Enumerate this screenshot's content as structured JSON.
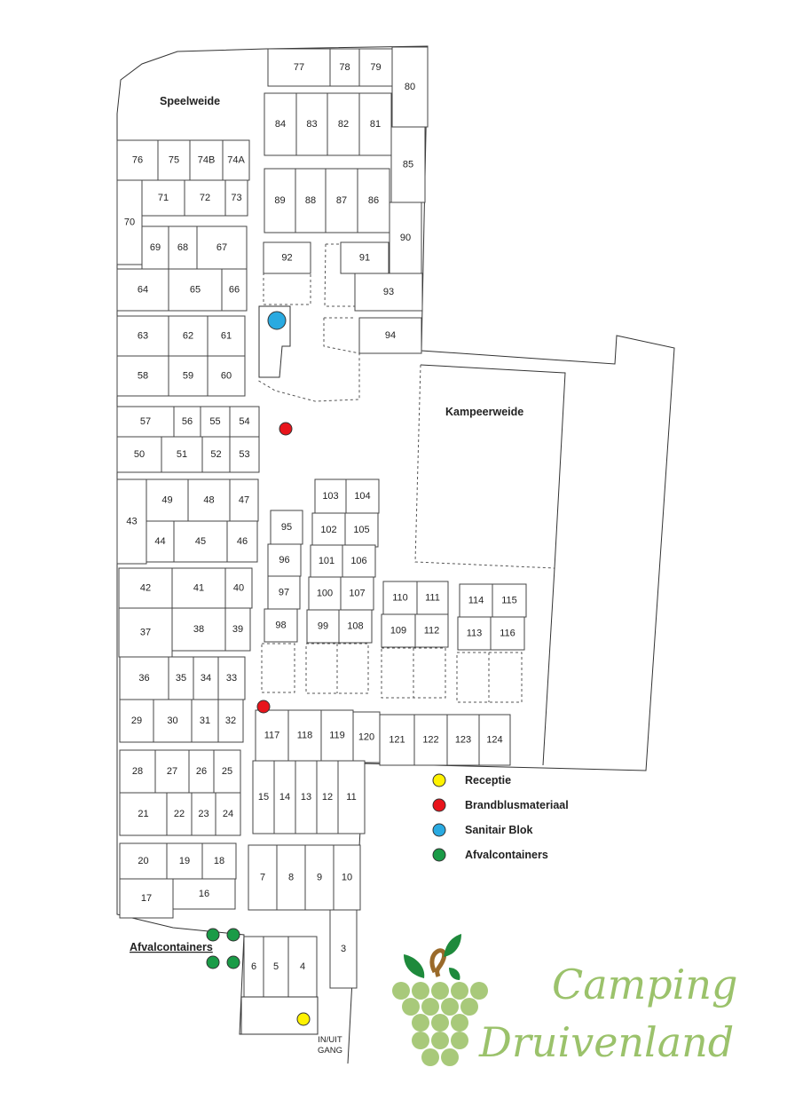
{
  "areas": {
    "speelweide": "Speelweide",
    "kampeerweide": "Kampeerweide",
    "afvalcontainers": "Afvalcontainers",
    "gate_line1": "IN/UIT",
    "gate_line2": "GANG"
  },
  "legend": [
    {
      "label": "Receptie",
      "color": "#fff200"
    },
    {
      "label": "Brandblusmateriaal",
      "color": "#e8141b"
    },
    {
      "label": "Sanitair Blok",
      "color": "#29aae1"
    },
    {
      "label": "Afvalcontainers",
      "color": "#1a9b47"
    }
  ],
  "brand": {
    "line1": "Camping",
    "line2": "Druivenland",
    "text_color": "#9bc26b",
    "grape_color": "#a8c97a",
    "leaf_color": "#1e8a3c",
    "stem_color": "#9a6a2a"
  },
  "lots": [
    "77",
    "78",
    "79",
    "80",
    "84",
    "83",
    "82",
    "81",
    "85",
    "76",
    "75",
    "74B",
    "74A",
    "71",
    "72",
    "73",
    "70",
    "89",
    "88",
    "87",
    "86",
    "90",
    "69",
    "68",
    "67",
    "92",
    "91",
    "64",
    "65",
    "66",
    "93",
    "63",
    "62",
    "61",
    "94",
    "58",
    "59",
    "60",
    "57",
    "56",
    "55",
    "54",
    "50",
    "51",
    "52",
    "53",
    "49",
    "48",
    "47",
    "43",
    "44",
    "45",
    "46",
    "103",
    "104",
    "95",
    "102",
    "105",
    "96",
    "101",
    "106",
    "42",
    "41",
    "40",
    "97",
    "100",
    "107",
    "110",
    "111",
    "114",
    "115",
    "37",
    "38",
    "39",
    "98",
    "99",
    "108",
    "109",
    "112",
    "113",
    "116",
    "36",
    "35",
    "34",
    "33",
    "29",
    "30",
    "31",
    "32",
    "117",
    "118",
    "119",
    "120",
    "121",
    "122",
    "123",
    "124",
    "28",
    "27",
    "26",
    "25",
    "15",
    "14",
    "13",
    "12",
    "11",
    "21",
    "22",
    "23",
    "24",
    "20",
    "19",
    "18",
    "7",
    "8",
    "9",
    "10",
    "17",
    "16",
    "3",
    "6",
    "5",
    "4"
  ]
}
